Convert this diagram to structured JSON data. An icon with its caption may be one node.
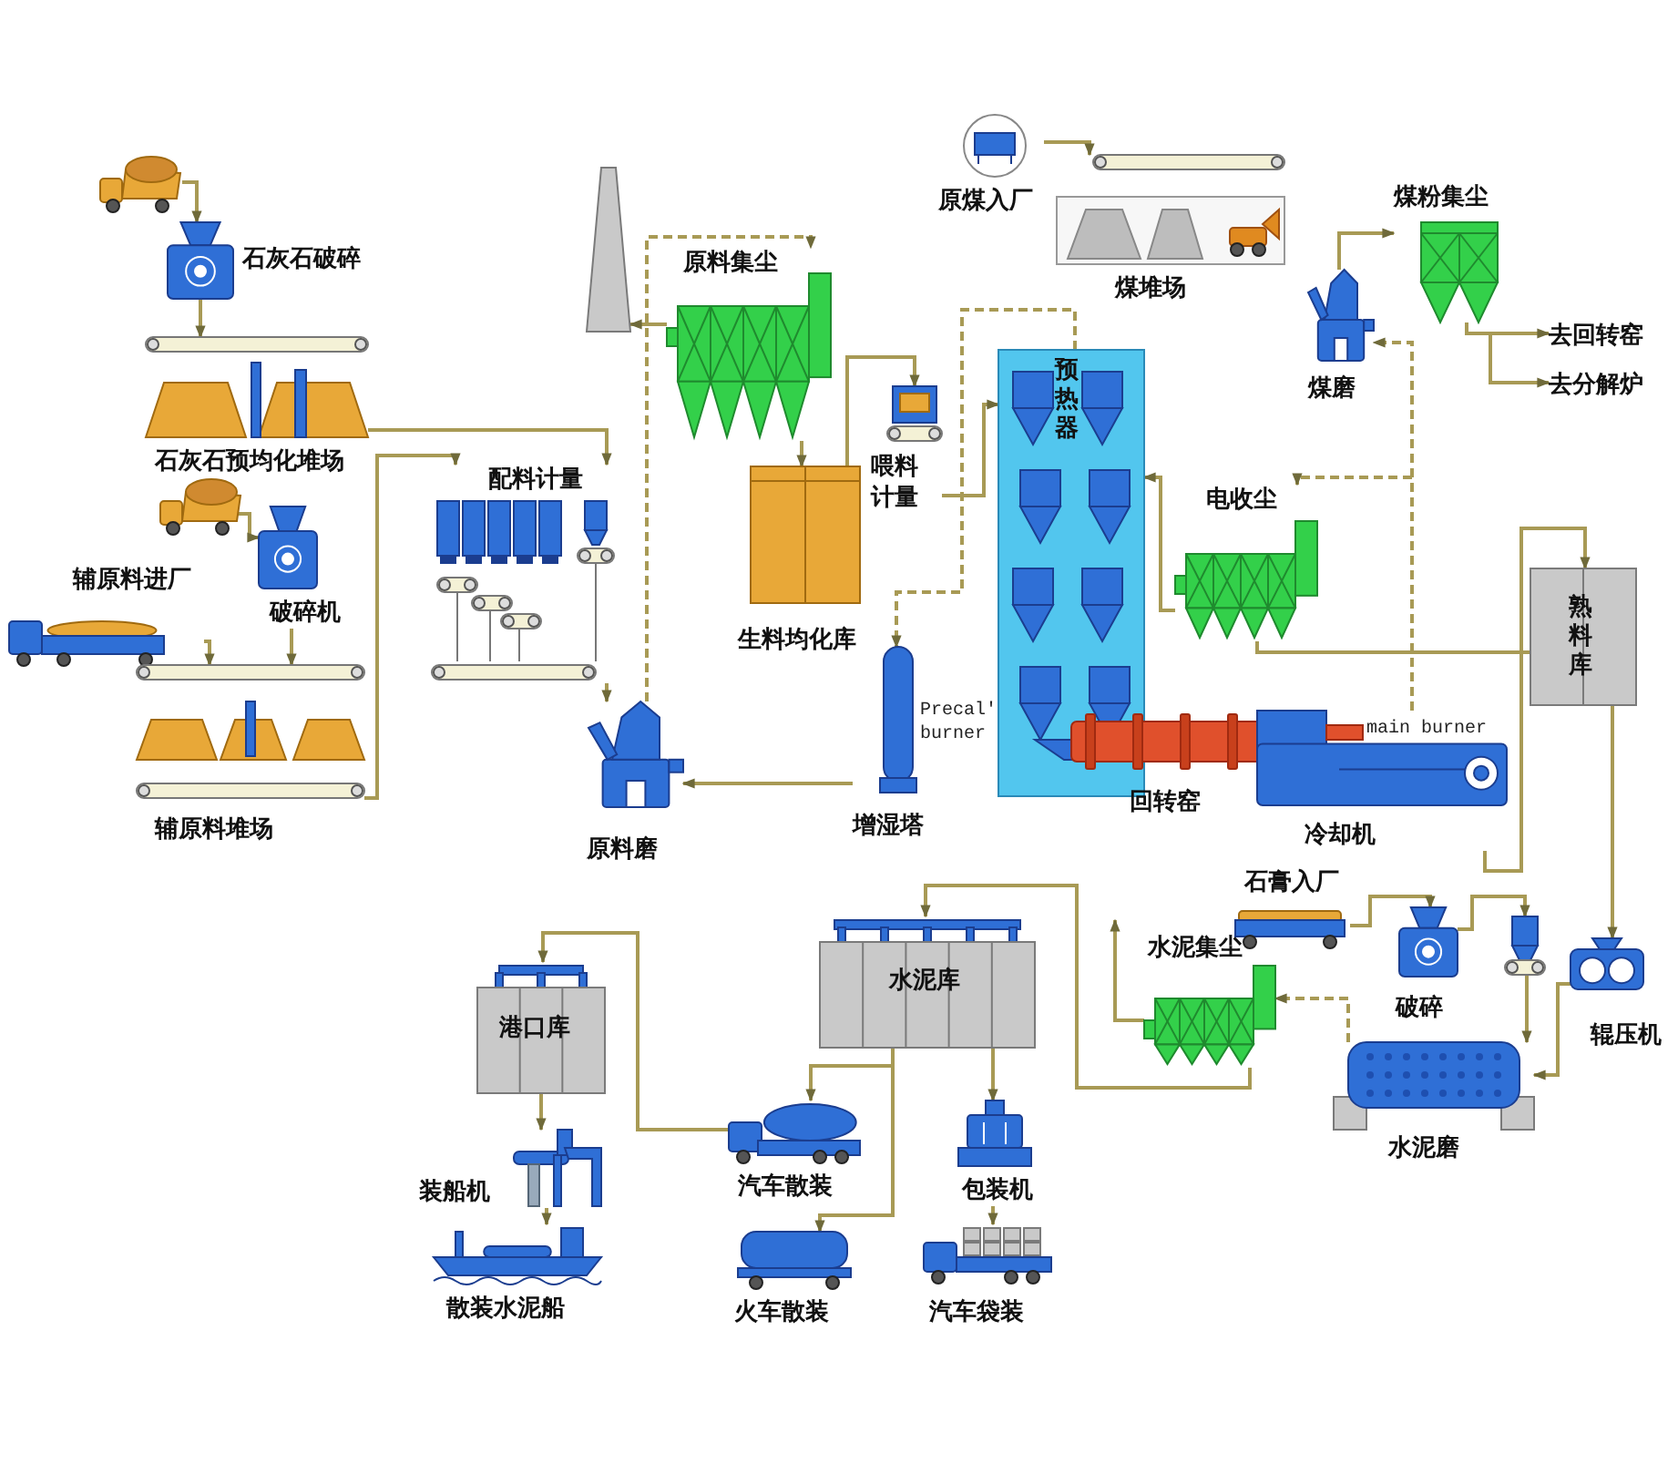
{
  "diagram": {
    "nodes": [
      {
        "text": [],
        "shape": "picture"
      },
      {
        "text": [
          "石灰石破碎"
        ]
      },
      {
        "text": [
          "石灰石预均化堆场"
        ]
      },
      {
        "text": [],
        "shape": "picture"
      },
      {
        "text": [
          "辅原料进厂"
        ]
      },
      {
        "text": [
          "破碎机"
        ]
      },
      {
        "text": [
          "辅原料堆场"
        ]
      },
      {
        "text": [
          "配料计量"
        ]
      },
      {
        "text": [
          "原料磨"
        ]
      },
      {
        "text": [],
        "shape": "picture"
      },
      {
        "text": [
          "原料集尘"
        ]
      },
      {
        "text": [
          "生料均化库"
        ]
      },
      {
        "text": [
          "喂料计量"
        ]
      },
      {
        "text": [
          "增湿塔"
        ]
      },
      {
        "text": [
          "预热器"
        ]
      },
      {
        "text": [
          "原煤入厂"
        ]
      },
      {
        "text": [
          "煤堆场"
        ]
      },
      {
        "text": [
          "煤磨"
        ]
      },
      {
        "text": [
          "煤粉集尘"
        ]
      },
      {
        "text": [
          "去回转窑"
        ]
      },
      {
        "text": [
          "去分解炉"
        ]
      },
      {
        "text": [
          "电收尘"
        ]
      },
      {
        "text": [
          "熟料库"
        ]
      },
      {
        "text": [
          "回转窑"
        ]
      },
      {
        "text": [
          "冷却机"
        ]
      },
      {
        "text": [
          "石膏入厂"
        ]
      },
      {
        "text": [
          "破碎"
        ]
      },
      {
        "text": [],
        "shape": "picture"
      },
      {
        "text": [
          "辊压机"
        ]
      },
      {
        "text": [
          "水泥磨"
        ]
      },
      {
        "text": [
          "水泥集尘"
        ]
      },
      {
        "text": [
          "水泥库"
        ]
      },
      {
        "text": [
          "港口库"
        ]
      },
      {
        "text": [
          "装船机"
        ]
      },
      {
        "text": [
          "散装水泥船"
        ]
      },
      {
        "text": [
          "汽车散装"
        ]
      },
      {
        "text": [
          "包装机"
        ]
      },
      {
        "text": [
          "火车散装"
        ]
      },
      {
        "text": [
          "汽车袋装"
        ]
      }
    ],
    "edges": [
      {
        "from": 0,
        "to": 1,
        "arrow": "to"
      },
      {
        "from": 1,
        "to": 2,
        "arrow": "to"
      },
      {
        "from": 2,
        "to": 7,
        "arrow": "to"
      },
      {
        "from": 3,
        "to": 5,
        "arrow": "to"
      },
      {
        "from": 4,
        "to": 6,
        "arrow": "to"
      },
      {
        "from": 5,
        "to": 6,
        "arrow": "to"
      },
      {
        "from": 6,
        "to": 7,
        "arrow": "to"
      },
      {
        "from": 7,
        "to": 8,
        "arrow": "to"
      },
      {
        "from": 8,
        "to": 10,
        "arrow": "to",
        "style": "dashed"
      },
      {
        "from": 10,
        "to": 9,
        "arrow": "to"
      },
      {
        "from": 10,
        "to": 11,
        "arrow": "to"
      },
      {
        "from": 11,
        "to": 12,
        "arrow": "to"
      },
      {
        "from": 12,
        "to": 14,
        "arrow": "to"
      },
      {
        "from": 14,
        "to": 13,
        "arrow": "to",
        "style": "dashed"
      },
      {
        "from": 13,
        "to": 8,
        "arrow": "to"
      },
      {
        "from": 15,
        "to": 16,
        "arrow": "to"
      },
      {
        "from": 17,
        "to": 18,
        "arrow": "to"
      },
      {
        "from": 18,
        "to": 19,
        "arrow": "to"
      },
      {
        "from": 18,
        "to": 20,
        "arrow": "to"
      },
      {
        "from": 21,
        "to": 14,
        "arrow": "to"
      },
      {
        "from": 24,
        "to": 21,
        "arrow": "to",
        "style": "dashed"
      },
      {
        "from": 24,
        "to": 17,
        "arrow": "to",
        "style": "dashed"
      },
      {
        "from": 24,
        "to": 22,
        "arrow": "to"
      },
      {
        "from": 21,
        "to": 22,
        "arrow": "none"
      },
      {
        "from": 22,
        "to": 28,
        "arrow": "to"
      },
      {
        "from": 25,
        "to": 26,
        "arrow": "to"
      },
      {
        "from": 26,
        "to": 27,
        "arrow": "to"
      },
      {
        "from": 27,
        "to": 29,
        "arrow": "to"
      },
      {
        "from": 28,
        "to": 29,
        "arrow": "to"
      },
      {
        "from": 29,
        "to": 30,
        "arrow": "to",
        "style": "dashed"
      },
      {
        "from": 30,
        "to": null,
        "arrow": "to"
      },
      {
        "from": 30,
        "to": 31,
        "arrow": "to"
      },
      {
        "from": 31,
        "to": 35,
        "arrow": "to"
      },
      {
        "from": 31,
        "to": 37,
        "arrow": "to"
      },
      {
        "from": 31,
        "to": 36,
        "arrow": "to"
      },
      {
        "from": 36,
        "to": 38,
        "arrow": "to"
      },
      {
        "from": 35,
        "to": 32,
        "arrow": "to"
      },
      {
        "from": 32,
        "to": 33,
        "arrow": "to"
      },
      {
        "from": 33,
        "to": 34,
        "arrow": "to"
      }
    ],
    "labels": [
      "Precal' burner",
      "main burner"
    ]
  }
}
